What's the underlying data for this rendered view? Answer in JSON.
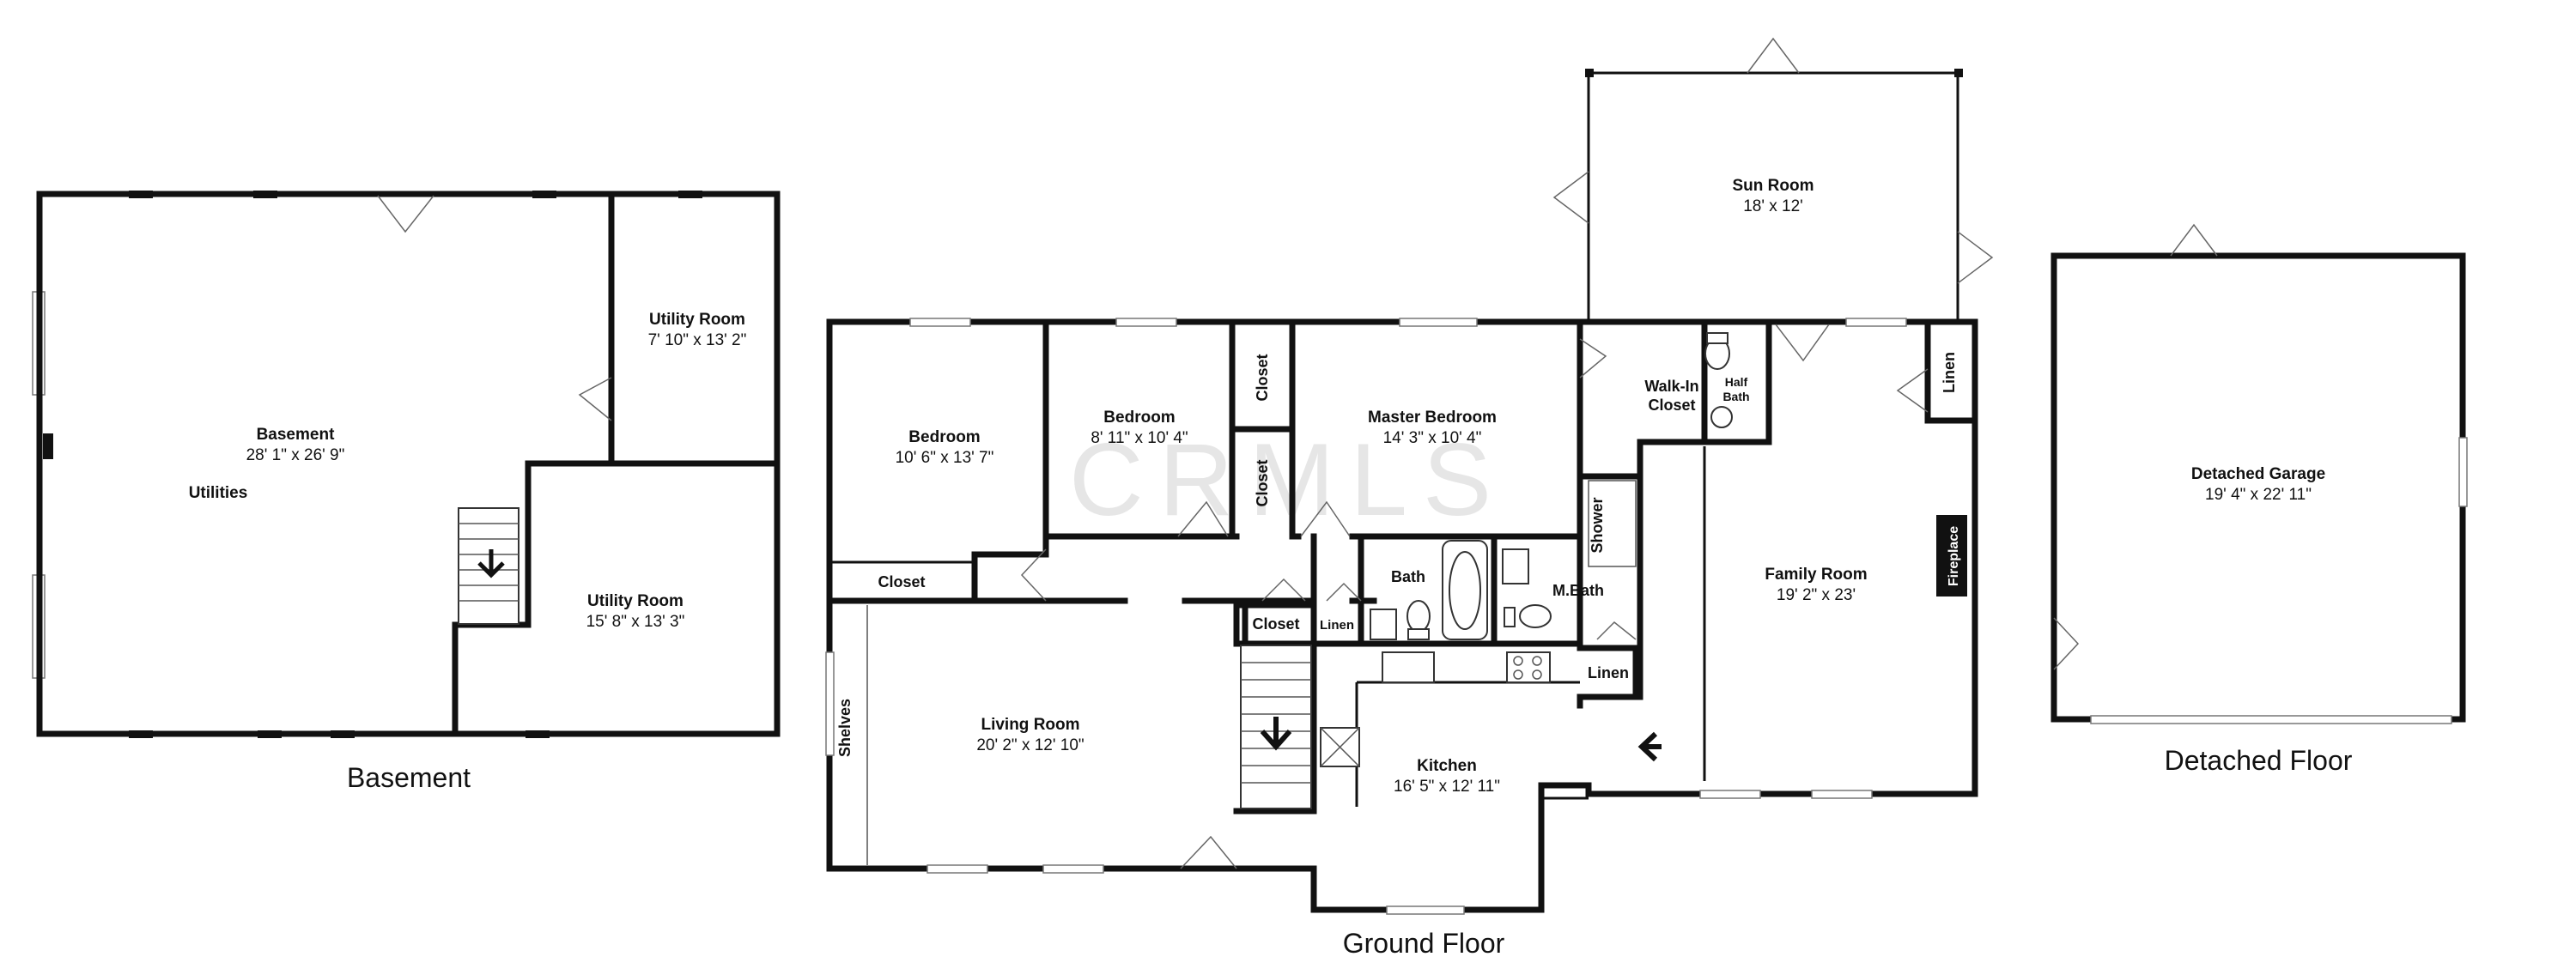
{
  "watermark": "CRMLS",
  "floors": {
    "basement": "Basement",
    "ground": "Ground Floor",
    "detached": "Detached Floor"
  },
  "rooms": {
    "basement": {
      "name": "Basement",
      "dim": "28' 1\" x 26' 9\""
    },
    "utilities": "Utilities",
    "utility_room_1": {
      "name": "Utility Room",
      "dim": "7' 10\" x 13' 2\""
    },
    "utility_room_2": {
      "name": "Utility Room",
      "dim": "15' 8\" x 13' 3\""
    },
    "bedroom_1": {
      "name": "Bedroom",
      "dim": "10' 6\" x 13' 7\""
    },
    "bedroom_2": {
      "name": "Bedroom",
      "dim": "8' 11\" x 10' 4\""
    },
    "master_bedroom": {
      "name": "Master Bedroom",
      "dim": "14' 3\" x 10' 4\""
    },
    "sun_room": {
      "name": "Sun Room",
      "dim": "18' x 12'"
    },
    "family_room": {
      "name": "Family Room",
      "dim": "19' 2\" x 23'"
    },
    "living_room": {
      "name": "Living Room",
      "dim": "20' 2\" x 12' 10\""
    },
    "kitchen": {
      "name": "Kitchen",
      "dim": "16' 5\" x 12' 11\""
    },
    "detached_garage": {
      "name": "Detached Garage",
      "dim": "19' 4\" x 22' 11\""
    }
  },
  "labels": {
    "closet_bedroom": "Closet",
    "closet_upper": "Closet",
    "closet_lower": "Closet",
    "closet_hall": "Closet",
    "linen_hall": "Linen",
    "linen_mbath": "Linen",
    "linen_family": "Linen",
    "walk_in_1": "Walk-In",
    "walk_in_2": "Closet",
    "half_bath_1": "Half",
    "half_bath_2": "Bath",
    "bath": "Bath",
    "m_bath": "M.Bath",
    "shower": "Shower",
    "fireplace": "Fireplace",
    "shelves": "Shelves"
  }
}
